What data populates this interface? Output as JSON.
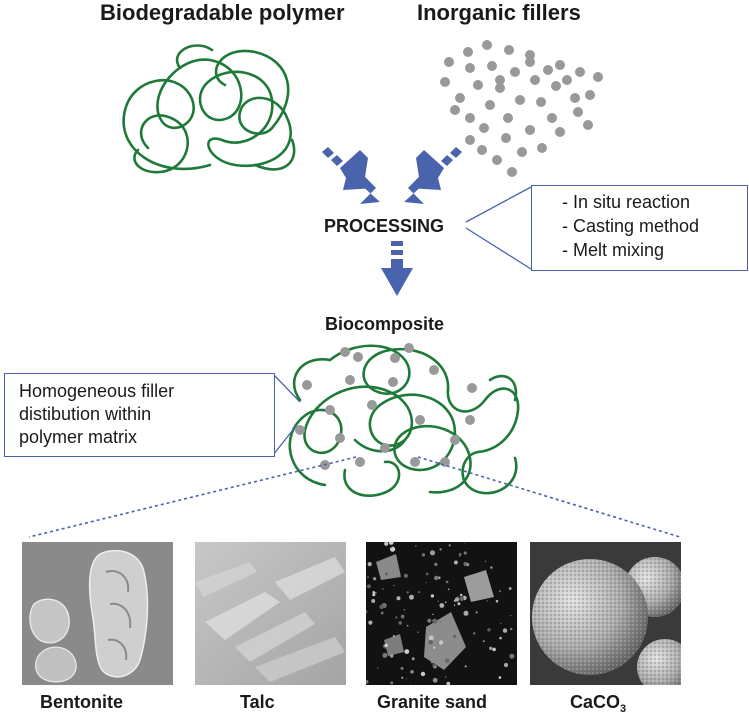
{
  "inputs": {
    "polymer_label": "Biodegradable polymer",
    "filler_label": "Inorganic fillers"
  },
  "processing": {
    "label": "PROCESSING",
    "methods": [
      "- In situ reaction",
      "- Casting method",
      "- Melt mixing"
    ]
  },
  "output": {
    "label": "Biocomposite",
    "note_lines": [
      "Homogeneous filler",
      "distibution within",
      "polymer matrix"
    ]
  },
  "fillers": [
    {
      "name": "Bentonite"
    },
    {
      "name": "Talc"
    },
    {
      "name": "Granite sand"
    },
    {
      "name": "CaCO",
      "subscript": "3"
    }
  ],
  "colors": {
    "polymer_green": "#1f7a3a",
    "filler_gray": "#999999",
    "arrow_blue": "#4a63ad",
    "box_border": "#4a63ad"
  }
}
